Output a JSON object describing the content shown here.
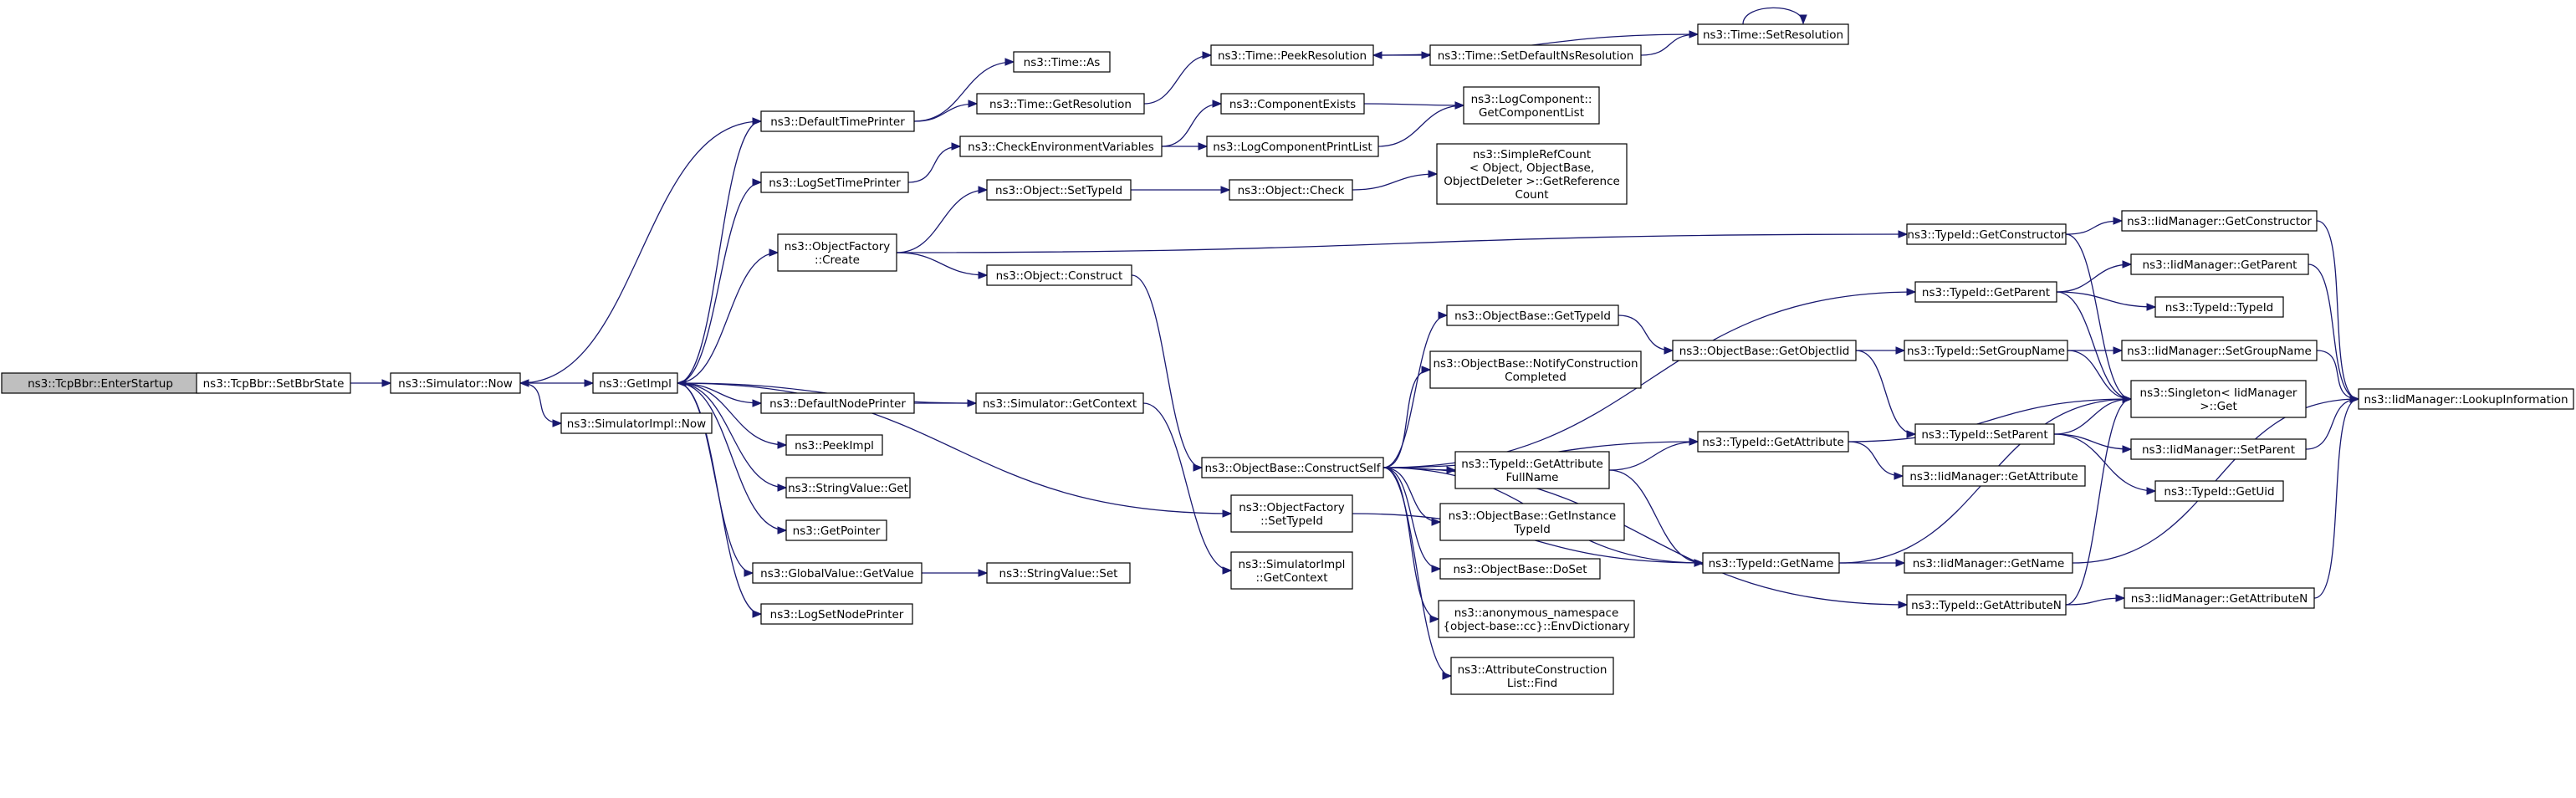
{
  "colors": {
    "edge": "#191970",
    "root_fill": "#bfbfbf",
    "node_fill": "#ffffff",
    "border": "#000000"
  },
  "nodes": {
    "EnterStartup": {
      "lines": [
        "ns3::TcpBbr::EnterStartup"
      ],
      "root": true
    },
    "SetBbrState": {
      "lines": [
        "ns3::TcpBbr::SetBbrState"
      ]
    },
    "SimNow": {
      "lines": [
        "ns3::Simulator::Now"
      ]
    },
    "GetImpl": {
      "lines": [
        "ns3::GetImpl"
      ]
    },
    "SimImplNow": {
      "lines": [
        "ns3::SimulatorImpl::Now"
      ]
    },
    "DefaultTimePrinter": {
      "lines": [
        "ns3::DefaultTimePrinter"
      ]
    },
    "LogSetTimePrinter": {
      "lines": [
        "ns3::LogSetTimePrinter"
      ]
    },
    "ObjFactoryCreate": {
      "lines": [
        "ns3::ObjectFactory",
        "::Create"
      ]
    },
    "DefaultNodePrinter": {
      "lines": [
        "ns3::DefaultNodePrinter"
      ]
    },
    "PeekImpl": {
      "lines": [
        "ns3::PeekImpl"
      ]
    },
    "StringValueGet": {
      "lines": [
        "ns3::StringValue::Get"
      ]
    },
    "GetPointer": {
      "lines": [
        "ns3::GetPointer"
      ]
    },
    "GlobalValueGetValue": {
      "lines": [
        "ns3::GlobalValue::GetValue"
      ]
    },
    "LogSetNodePrinter": {
      "lines": [
        "ns3::LogSetNodePrinter"
      ]
    },
    "TimeAs": {
      "lines": [
        "ns3::Time::As"
      ]
    },
    "TimeGetResolution": {
      "lines": [
        "ns3::Time::GetResolution"
      ]
    },
    "CheckEnvVars": {
      "lines": [
        "ns3::CheckEnvironmentVariables"
      ]
    },
    "ObjectSetTypeId": {
      "lines": [
        "ns3::Object::SetTypeId"
      ]
    },
    "ObjectConstruct": {
      "lines": [
        "ns3::Object::Construct"
      ]
    },
    "SimGetContext": {
      "lines": [
        "ns3::Simulator::GetContext"
      ]
    },
    "StringValueSet": {
      "lines": [
        "ns3::StringValue::Set"
      ]
    },
    "TimePeekResolution": {
      "lines": [
        "ns3::Time::PeekResolution"
      ]
    },
    "ComponentExists": {
      "lines": [
        "ns3::ComponentExists"
      ]
    },
    "LogComponentPrintList": {
      "lines": [
        "ns3::LogComponentPrintList"
      ]
    },
    "ObjectCheck": {
      "lines": [
        "ns3::Object::Check"
      ]
    },
    "ObjBaseConstructSelf": {
      "lines": [
        "ns3::ObjectBase::ConstructSelf"
      ]
    },
    "ObjFactorySetTypeId": {
      "lines": [
        "ns3::ObjectFactory",
        "::SetTypeId"
      ]
    },
    "SimImplGetContext": {
      "lines": [
        "ns3::SimulatorImpl",
        "::GetContext"
      ]
    },
    "TimeSetDefaultNsRes": {
      "lines": [
        "ns3::Time::SetDefaultNsResolution"
      ]
    },
    "LogCompGetList": {
      "lines": [
        "ns3::LogComponent::",
        "GetComponentList"
      ]
    },
    "SimpleRefCount": {
      "lines": [
        "ns3::SimpleRefCount",
        "< Object, ObjectBase,",
        "ObjectDeleter >::GetReference",
        "Count"
      ]
    },
    "ObjBaseGetTypeId": {
      "lines": [
        "ns3::ObjectBase::GetTypeId"
      ]
    },
    "ObjBaseNotify": {
      "lines": [
        "ns3::ObjectBase::NotifyConstruction",
        "Completed"
      ]
    },
    "TypeIdGetAttrFullName": {
      "lines": [
        "ns3::TypeId::GetAttribute",
        "FullName"
      ]
    },
    "ObjBaseGetInstTypeId": {
      "lines": [
        "ns3::ObjectBase::GetInstance",
        "TypeId"
      ]
    },
    "ObjBaseDoSet": {
      "lines": [
        "ns3::ObjectBase::DoSet"
      ]
    },
    "EnvDictionary": {
      "lines": [
        "ns3::anonymous_namespace",
        "{object-base::cc}::EnvDictionary"
      ]
    },
    "AttrConstrListFind": {
      "lines": [
        "ns3::AttributeConstruction",
        "List::Find"
      ]
    },
    "TimeSetResolution": {
      "lines": [
        "ns3::Time::SetResolution"
      ]
    },
    "ObjBaseGetObjectIid": {
      "lines": [
        "ns3::ObjectBase::GetObjectIid"
      ]
    },
    "TypeIdGetAttribute": {
      "lines": [
        "ns3::TypeId::GetAttribute"
      ]
    },
    "TypeIdGetName": {
      "lines": [
        "ns3::TypeId::GetName"
      ]
    },
    "TypeIdGetConstructor": {
      "lines": [
        "ns3::TypeId::GetConstructor"
      ]
    },
    "TypeIdGetParent": {
      "lines": [
        "ns3::TypeId::GetParent"
      ]
    },
    "TypeIdSetGroupName": {
      "lines": [
        "ns3::TypeId::SetGroupName"
      ]
    },
    "TypeIdSetParent": {
      "lines": [
        "ns3::TypeId::SetParent"
      ]
    },
    "IidMgrGetAttribute": {
      "lines": [
        "ns3::IidManager::GetAttribute"
      ]
    },
    "IidMgrGetName": {
      "lines": [
        "ns3::IidManager::GetName"
      ]
    },
    "TypeIdGetAttributeN": {
      "lines": [
        "ns3::TypeId::GetAttributeN"
      ]
    },
    "IidMgrGetConstructor": {
      "lines": [
        "ns3::IidManager::GetConstructor"
      ]
    },
    "IidMgrGetParent": {
      "lines": [
        "ns3::IidManager::GetParent"
      ]
    },
    "TypeIdTypeId": {
      "lines": [
        "ns3::TypeId::TypeId"
      ]
    },
    "IidMgrSetGroupName": {
      "lines": [
        "ns3::IidManager::SetGroupName"
      ]
    },
    "SingletonGet": {
      "lines": [
        "ns3::Singleton< IidManager",
        " >::Get"
      ]
    },
    "IidMgrSetParent": {
      "lines": [
        "ns3::IidManager::SetParent"
      ]
    },
    "TypeIdGetUid": {
      "lines": [
        "ns3::TypeId::GetUid"
      ]
    },
    "IidMgrGetAttributeN": {
      "lines": [
        "ns3::IidManager::GetAttributeN"
      ]
    },
    "IidMgrLookupInfo": {
      "lines": [
        "ns3::IidManager::LookupInformation"
      ]
    }
  }
}
